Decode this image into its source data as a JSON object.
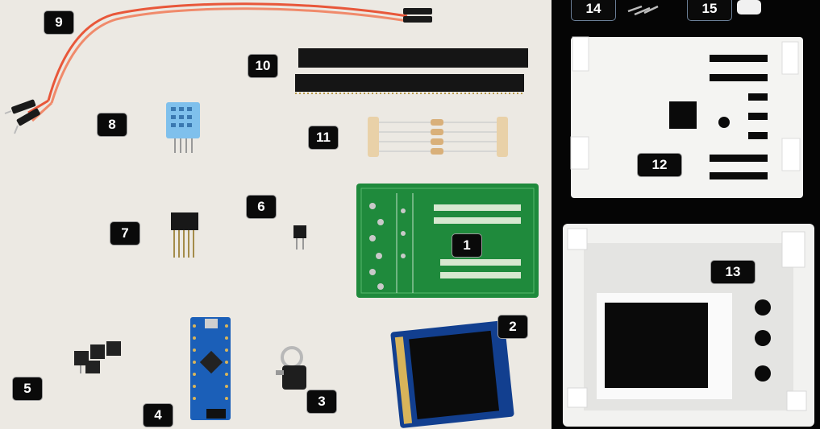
{
  "labels": [
    {
      "id": "1",
      "text": "1"
    },
    {
      "id": "2",
      "text": "2"
    },
    {
      "id": "3",
      "text": "3"
    },
    {
      "id": "4",
      "text": "4"
    },
    {
      "id": "5",
      "text": "5"
    },
    {
      "id": "6",
      "text": "6"
    },
    {
      "id": "7",
      "text": "7"
    },
    {
      "id": "8",
      "text": "8"
    },
    {
      "id": "9",
      "text": "9"
    },
    {
      "id": "10",
      "text": "10"
    },
    {
      "id": "11",
      "text": "11"
    },
    {
      "id": "12",
      "text": "12"
    },
    {
      "id": "13",
      "text": "13"
    },
    {
      "id": "14",
      "text": "14"
    },
    {
      "id": "15",
      "text": "15"
    }
  ],
  "colors": {
    "background_left": "#ece9e3",
    "background_right": "#050505",
    "pcb_green": "#1f8a3c",
    "arduino_blue": "#1b5fb8",
    "label_bg": "#0a0a0a",
    "label_text": "#ffffff"
  }
}
